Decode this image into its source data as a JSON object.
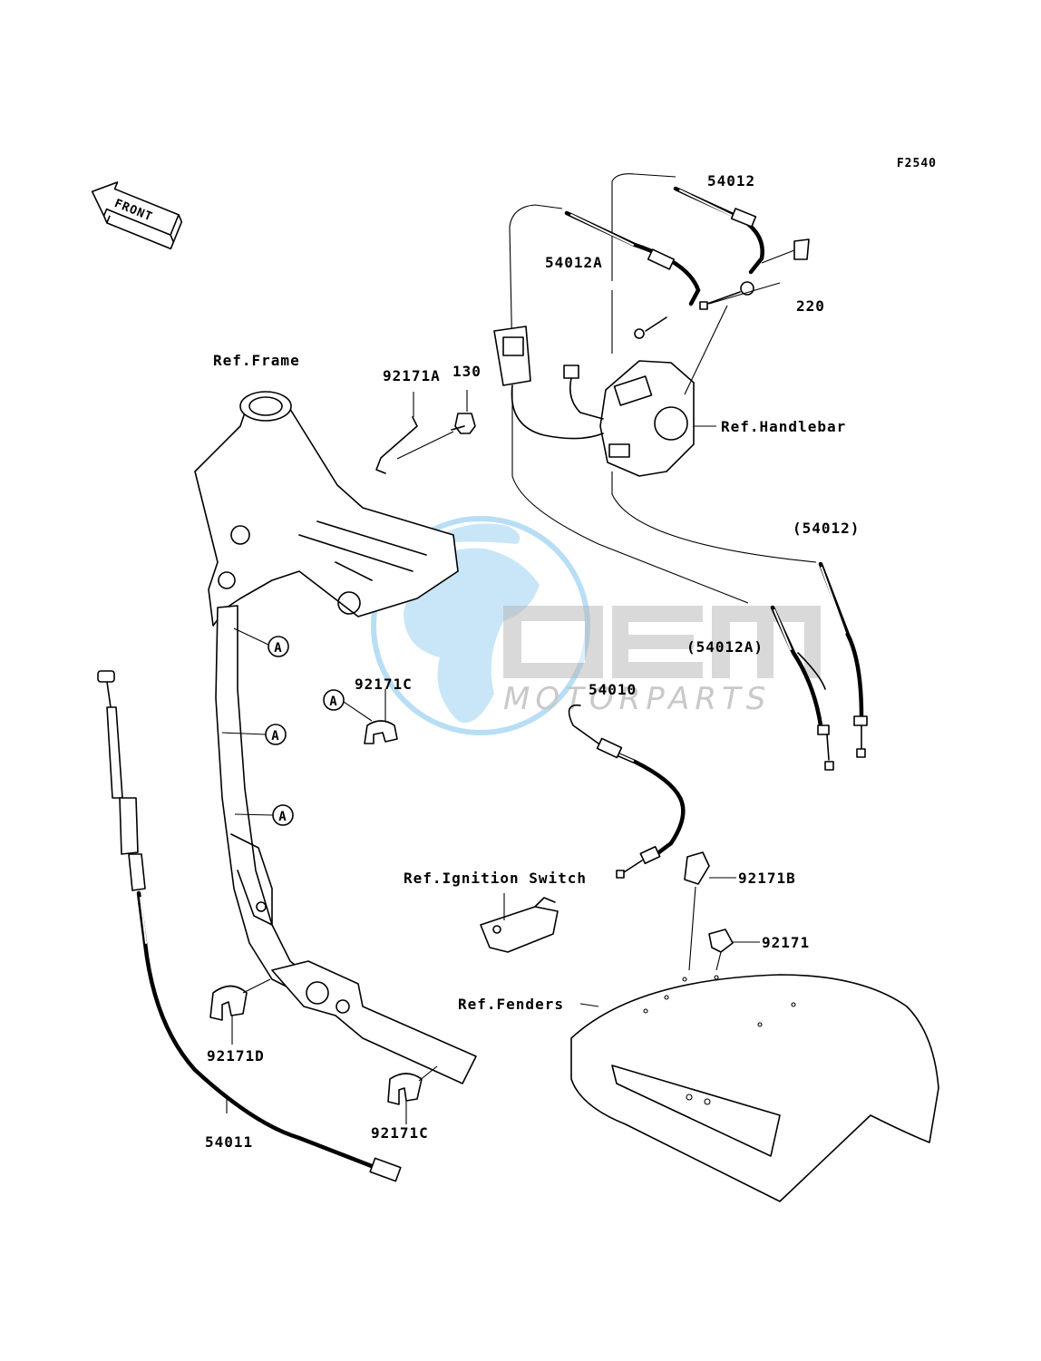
{
  "figure_code": "F2540",
  "direction_arrow": {
    "text": "FRONT",
    "icon": "front-arrow-icon"
  },
  "watermark": {
    "brand": "OEM",
    "subtitle": "MOTORPARTS",
    "icon": "globe-icon"
  },
  "part_labels": {
    "p54012": "54012",
    "p54012a": "54012A",
    "p220": "220",
    "ref_frame": "Ref.Frame",
    "p92171a": "92171A",
    "p130": "130",
    "ref_handlebar": "Ref.Handlebar",
    "p54012_paren": "(54012)",
    "p54012a_paren": "(54012A)",
    "p54010": "54010",
    "p92171c_top": "92171C",
    "ref_ignition": "Ref.Ignition Switch",
    "p92171b": "92171B",
    "p92171": "92171",
    "ref_fenders": "Ref.Fenders",
    "p92171d": "92171D",
    "p92171c_bottom": "92171C",
    "p54011": "54011"
  },
  "callout_marker": "A"
}
